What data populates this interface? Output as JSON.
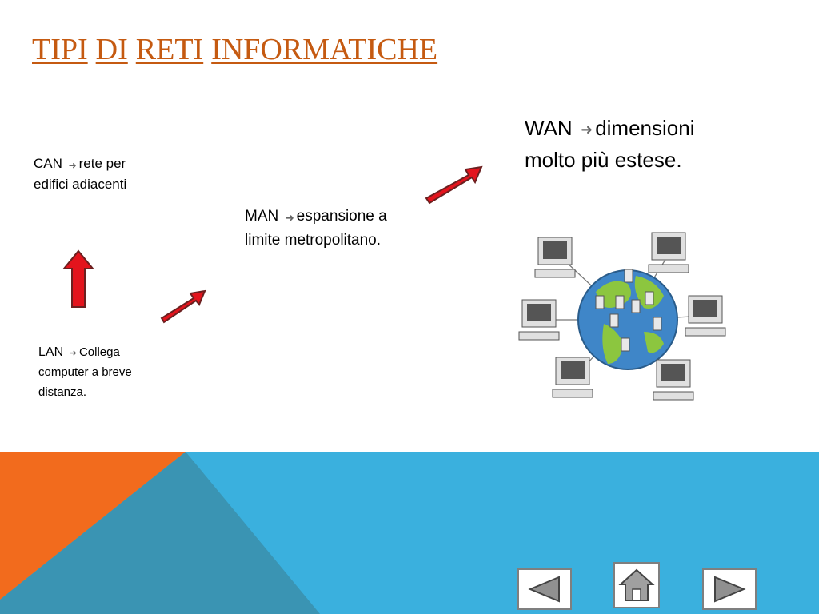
{
  "slide": {
    "title_words": [
      "TIPI",
      "DI",
      "RETI",
      "INFORMATICHE"
    ]
  },
  "networks": {
    "can": {
      "label": "CAN",
      "arrow": "➜",
      "description": "rete per edifici adiacenti"
    },
    "lan": {
      "label": "LAN",
      "arrow": "➜",
      "description": "Collega computer a breve distanza."
    },
    "man": {
      "label": "MAN",
      "arrow": "➜",
      "description": "espansione a limite metropolitano."
    },
    "wan": {
      "label": "WAN",
      "arrow": "➜",
      "description": "dimensioni molto più estese."
    }
  },
  "colors": {
    "title": "#c55a11",
    "orange": "#f26b1d",
    "blue": "#3ab0de",
    "teal": "#3a94b3",
    "arrow_red": "#e3141d"
  },
  "navigation": {
    "prev_icon": "triangle-left-icon",
    "home_icon": "home-icon",
    "next_icon": "triangle-right-icon"
  }
}
